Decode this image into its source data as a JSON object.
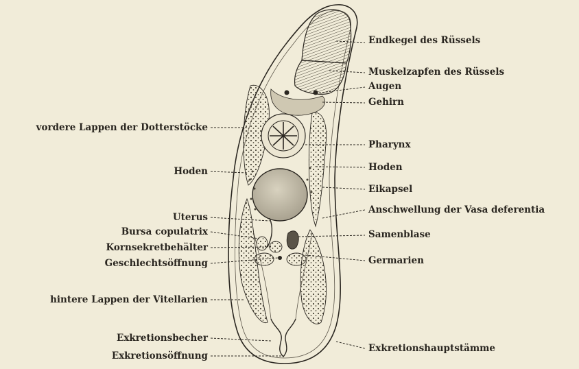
{
  "labels_right": [
    {
      "key": "endkegel",
      "text": "Endkegel des Rüssels"
    },
    {
      "key": "muskelzapfen",
      "text": "Muskelzapfen des Rüssels"
    },
    {
      "key": "augen",
      "text": "Augen"
    },
    {
      "key": "gehirn",
      "text": "Gehirn"
    },
    {
      "key": "pharynx",
      "text": "Pharynx"
    },
    {
      "key": "hoden_r",
      "text": "Hoden"
    },
    {
      "key": "eikapsel",
      "text": "Eikapsel"
    },
    {
      "key": "anschwellung",
      "text": "Anschwellung der Vasa deferentia"
    },
    {
      "key": "samenblase",
      "text": "Samenblase"
    },
    {
      "key": "germarien",
      "text": "Germarien"
    },
    {
      "key": "exkretionshauptstaemme",
      "text": "Exkretionshauptstämme"
    }
  ],
  "labels_left": [
    {
      "key": "vordere_lappen",
      "text": "vordere Lappen der Dotterstöcke"
    },
    {
      "key": "hoden_l",
      "text": "Hoden"
    },
    {
      "key": "uterus",
      "text": "Uterus"
    },
    {
      "key": "bursa",
      "text": "Bursa copulatrix"
    },
    {
      "key": "kornsekret",
      "text": "Kornsekretbehälter"
    },
    {
      "key": "geschlechtsoeffnung",
      "text": "Geschlechtsöffnung"
    },
    {
      "key": "hintere_lappen",
      "text": "hintere Lappen der Vitellarien"
    },
    {
      "key": "exkretionsbecher",
      "text": "Exkretionsbecher"
    },
    {
      "key": "exkretionsoeffnung",
      "text": "Exkretionsöffnung"
    }
  ]
}
